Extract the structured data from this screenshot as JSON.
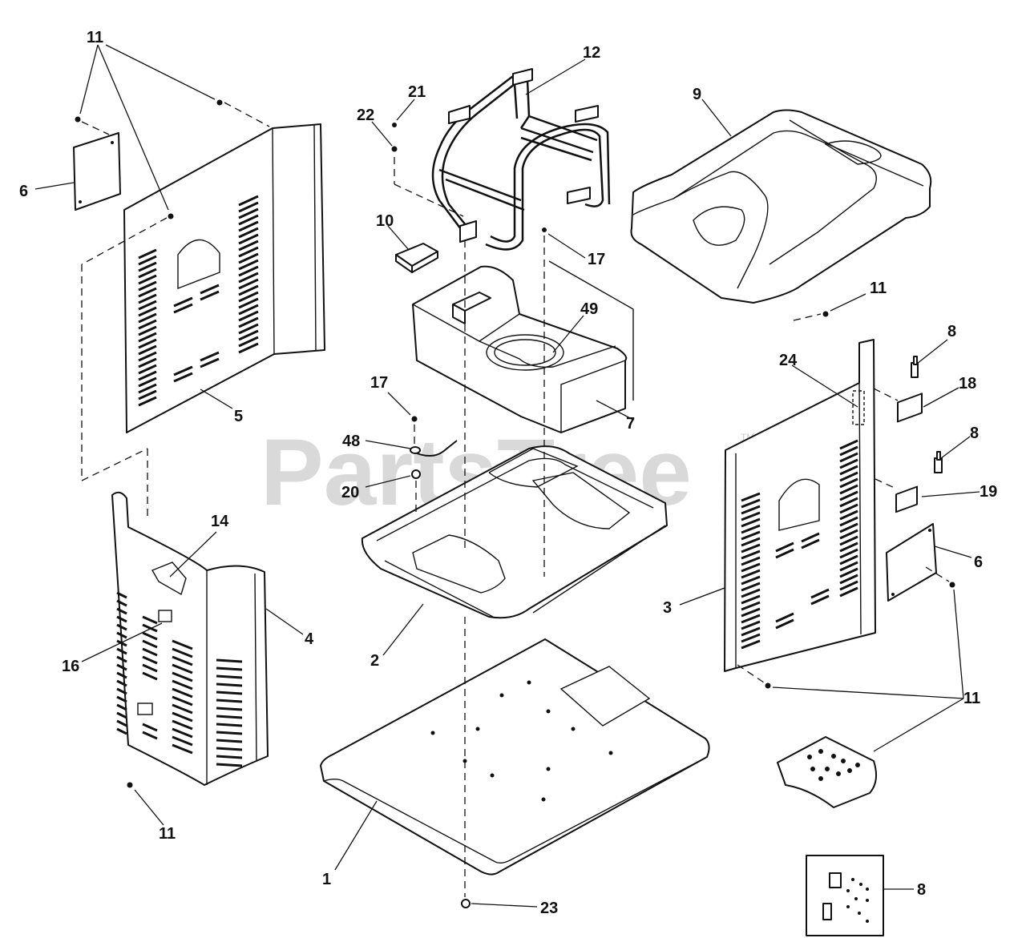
{
  "watermark": {
    "text": "PartsTree",
    "tm": "TM"
  },
  "labels": {
    "l11_top": "11",
    "l21": "21",
    "l12": "12",
    "l9": "9",
    "l22": "22",
    "l6_left": "6",
    "l10": "10",
    "l17_top": "17",
    "l11_cover": "11",
    "l49": "49",
    "l8_top": "8",
    "l24": "24",
    "l18": "18",
    "l5": "5",
    "l17_mid": "17",
    "l7": "7",
    "l8_mid": "8",
    "l48": "48",
    "l20": "20",
    "l19": "19",
    "l14": "14",
    "l6_right": "6",
    "l3": "3",
    "l4": "4",
    "l16": "16",
    "l2": "2",
    "l11_right": "11",
    "l11_bottom": "11",
    "l1": "1",
    "l8_bottom": "8",
    "l23": "23"
  }
}
